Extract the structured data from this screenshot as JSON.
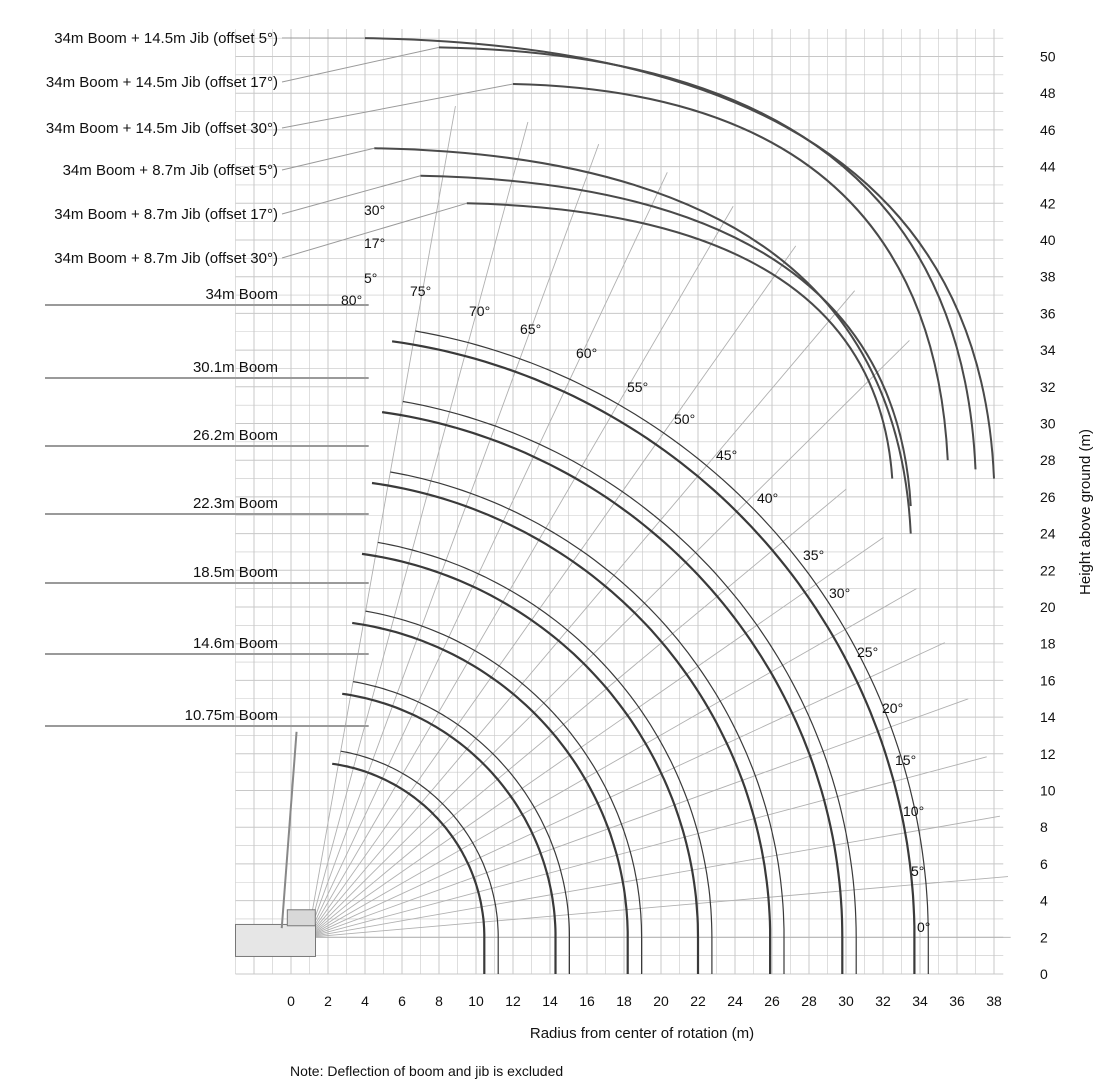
{
  "chart_data": {
    "type": "line",
    "title": "",
    "xlabel": "Radius from center of rotation (m)",
    "ylabel": "Height above ground (m)",
    "xlim": [
      -3,
      38
    ],
    "ylim": [
      0,
      51
    ],
    "x_ticks": [
      0,
      2,
      4,
      6,
      8,
      10,
      12,
      14,
      16,
      18,
      20,
      22,
      24,
      26,
      28,
      30,
      32,
      34,
      36,
      38
    ],
    "y_ticks": [
      0,
      2,
      4,
      6,
      8,
      10,
      12,
      14,
      16,
      18,
      20,
      22,
      24,
      26,
      28,
      30,
      32,
      34,
      36,
      38,
      40,
      42,
      44,
      46,
      48,
      50
    ],
    "grid": true,
    "pivot": {
      "radius": 0.9,
      "height": 2.0
    },
    "configurations": [
      {
        "label": "34m Boom + 14.5m Jib (offset 5°)",
        "tip_radius": 4.0,
        "tip_height": 51.0,
        "end_radius": 38.0,
        "end_height": 27.0
      },
      {
        "label": "34m Boom + 14.5m Jib (offset 17°)",
        "tip_radius": 8.0,
        "tip_height": 50.5,
        "end_radius": 37.0,
        "end_height": 27.5
      },
      {
        "label": "34m Boom + 14.5m Jib (offset 30°)",
        "tip_radius": 12.0,
        "tip_height": 48.5,
        "end_radius": 35.5,
        "end_height": 28.0
      },
      {
        "label": "34m Boom + 8.7m Jib (offset 5°)",
        "tip_radius": 4.5,
        "tip_height": 45.0,
        "end_radius": 33.5,
        "end_height": 24.0
      },
      {
        "label": "34m Boom + 8.7m Jib (offset 17°)",
        "tip_radius": 7.0,
        "tip_height": 43.5,
        "end_radius": 33.5,
        "end_height": 25.5
      },
      {
        "label": "34m Boom + 8.7m Jib (offset 30°)",
        "tip_radius": 9.5,
        "tip_height": 42.0,
        "end_radius": 32.5,
        "end_height": 27.0
      }
    ],
    "booms": [
      {
        "label": "34m Boom",
        "length": 34.0
      },
      {
        "label": "30.1m Boom",
        "length": 30.1
      },
      {
        "label": "26.2m Boom",
        "length": 26.2
      },
      {
        "label": "22.3m Boom",
        "length": 22.3
      },
      {
        "label": "18.5m Boom",
        "length": 18.5
      },
      {
        "label": "14.6m Boom",
        "length": 14.6
      },
      {
        "label": "10.75m Boom",
        "length": 10.75
      }
    ],
    "boom_angle_labels": [
      "80°",
      "75°",
      "70°",
      "65°",
      "60°",
      "55°",
      "50°",
      "45°",
      "40°",
      "35°",
      "30°",
      "25°",
      "20°",
      "15°",
      "10°",
      "5°",
      "0°"
    ],
    "jib_offset_labels": [
      "30°",
      "17°",
      "5°"
    ],
    "note": "Note: Deflection of boom and jib is excluded"
  },
  "colors": {
    "grid": "#c8c8c8",
    "boom_arc": "#3a3a3a",
    "jib_arc": "#4a4a4a",
    "angle_line": "#b0b0b0",
    "leader": "#9a9a9a",
    "text": "#111111"
  }
}
